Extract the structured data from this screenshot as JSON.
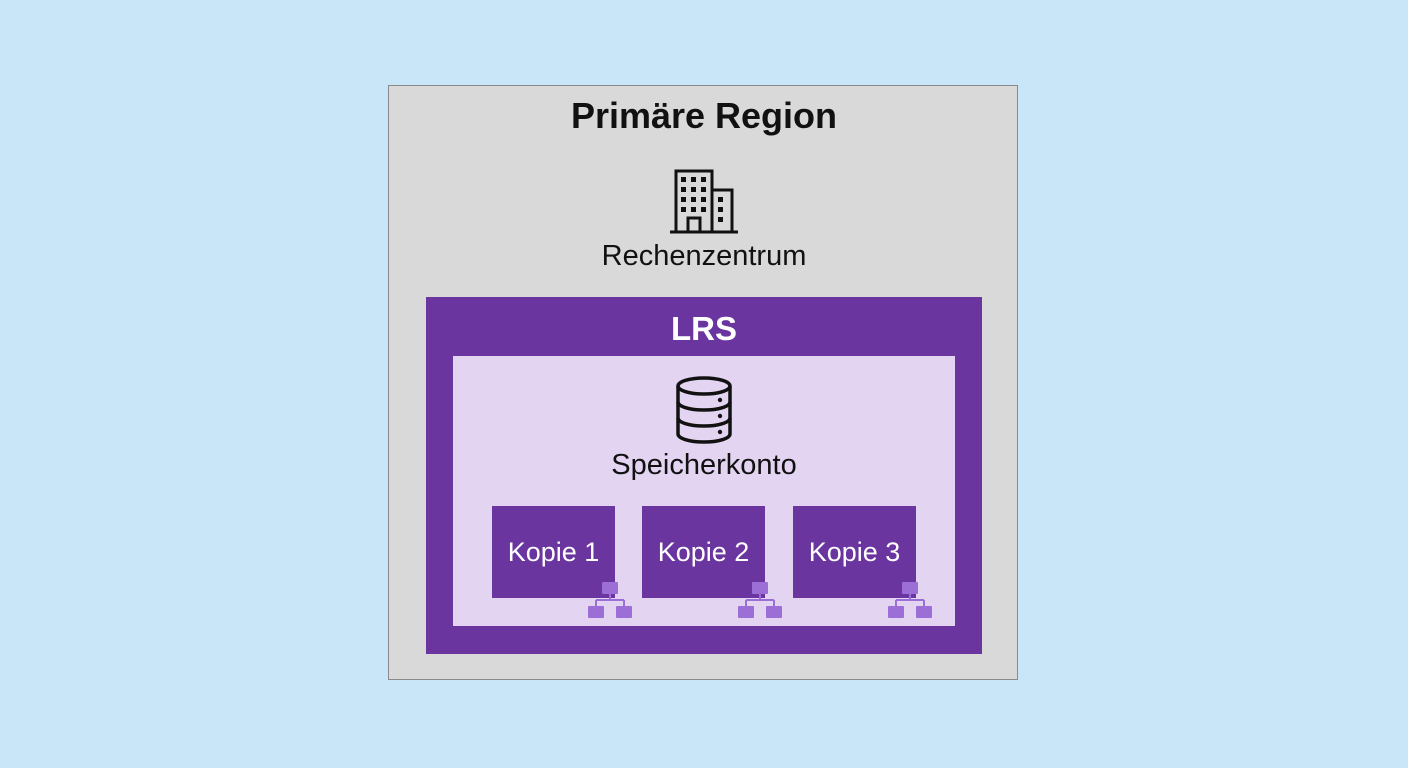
{
  "diagram": {
    "region_title": "Primäre Region",
    "datacenter_label": "Rechenzentrum",
    "lrs_title": "LRS",
    "storage_label": "Speicherkonto",
    "copies": [
      {
        "label": "Kopie 1"
      },
      {
        "label": "Kopie 2"
      },
      {
        "label": "Kopie 3"
      }
    ]
  },
  "colors": {
    "background": "#c9e6f8",
    "region_fill": "#d9d9d9",
    "lrs_fill": "#6b35a0",
    "storage_fill": "#e3d4f2",
    "copy_fill": "#6b35a0",
    "network_icon": "#9b6fd6"
  },
  "icons": {
    "datacenter": "building-icon",
    "storage": "database-icon",
    "copy": "network-icon"
  }
}
